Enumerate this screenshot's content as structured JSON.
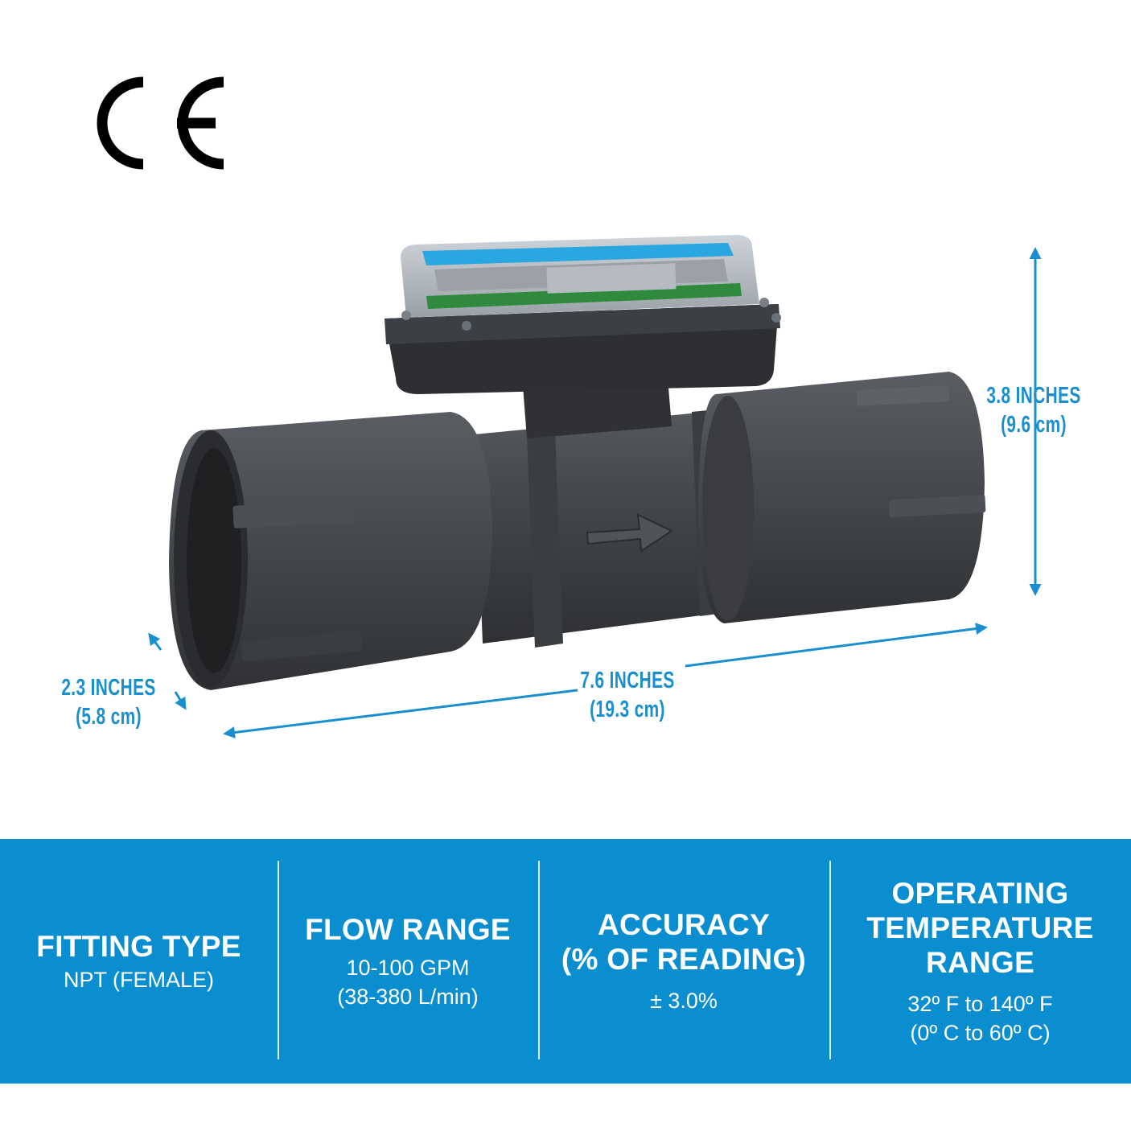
{
  "certification": {
    "mark": "CE"
  },
  "product": {
    "icon": "flow-meter-illustration",
    "flow_direction_icon": "arrow-right-icon"
  },
  "dimensions": {
    "height": {
      "imperial": "3.8 INCHES",
      "metric": "(9.6 cm)"
    },
    "length": {
      "imperial": "7.6 INCHES",
      "metric": "(19.3 cm)"
    },
    "diameter": {
      "imperial": "2.3 INCHES",
      "metric": "(5.8 cm)"
    }
  },
  "specs": [
    {
      "title": "FITTING TYPE",
      "value": "NPT (FEMALE)"
    },
    {
      "title": "FLOW RANGE",
      "value": "10-100 GPM\n(38-380 L/min)"
    },
    {
      "title": "ACCURACY\n(% OF READING)",
      "value": "± 3.0%"
    },
    {
      "title": "OPERATING\nTEMPERATURE\nRANGE",
      "value": "32º F to 140º F\n(0º C to 60º C)"
    }
  ],
  "colors": {
    "accent": "#0a8ecf",
    "dimension": "#1a8fd0",
    "body": "#3d3f42",
    "text_on_accent": "#ffffff"
  }
}
